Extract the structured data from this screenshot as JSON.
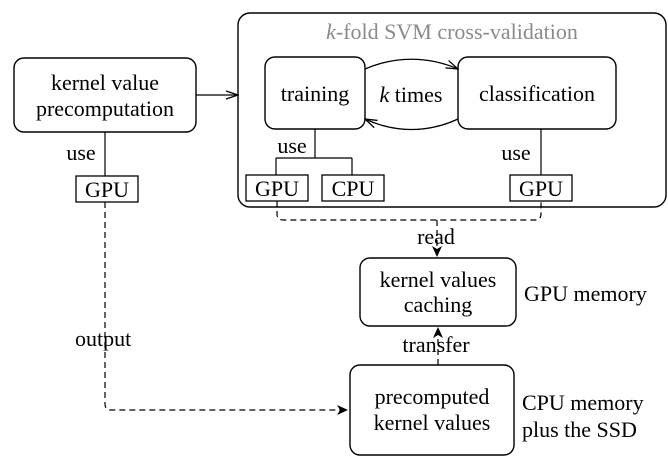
{
  "title": {
    "k": "k",
    "rest": "-fold SVM cross-validation",
    "color": "#8a8a8a"
  },
  "nodes": {
    "precompute": {
      "line1": "kernel value",
      "line2": "precomputation"
    },
    "training": "training",
    "classification": "classification",
    "k_times": {
      "k": "k",
      "rest": " times"
    },
    "caching": {
      "line1": "kernel values",
      "line2": "caching"
    },
    "precomputed": {
      "line1": "precomputed",
      "line2": "kernel values"
    }
  },
  "units": {
    "gpu_left": "GPU",
    "gpu_train": "GPU",
    "cpu_train": "CPU",
    "gpu_class": "GPU"
  },
  "edge_labels": {
    "use_left": "use",
    "use_train": "use",
    "use_class": "use",
    "read": "read",
    "output": "output",
    "transfer": "transfer"
  },
  "side_labels": {
    "gpu_memory": "GPU memory",
    "cpu_memory_1": "CPU memory",
    "cpu_memory_2": "plus the SSD"
  }
}
